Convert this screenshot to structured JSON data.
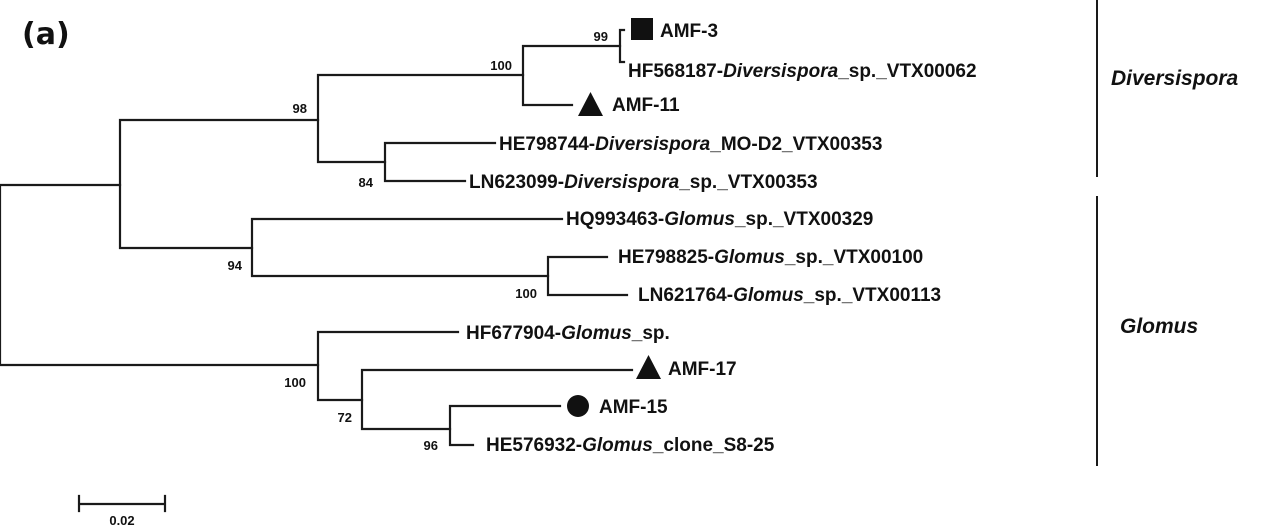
{
  "panel_label": "(a)",
  "clades": [
    "Diversispora",
    "Glomus"
  ],
  "scale_bar": "0.02",
  "taxa": [
    {
      "id": "t1",
      "parts": [
        "AMF-3"
      ],
      "marker": "square"
    },
    {
      "id": "t2",
      "parts": [
        "HF568187-",
        "Diversispora",
        "_sp._VTX00062"
      ]
    },
    {
      "id": "t3",
      "parts": [
        "AMF-11"
      ],
      "marker": "triangle"
    },
    {
      "id": "t4",
      "parts": [
        "HE798744-",
        "Diversispora",
        "_MO-D2_VTX00353"
      ]
    },
    {
      "id": "t5",
      "parts": [
        "LN623099-",
        "Diversispora",
        "_sp._VTX00353"
      ]
    },
    {
      "id": "t6",
      "parts": [
        "HQ993463-",
        "Glomus",
        "_sp._VTX00329"
      ]
    },
    {
      "id": "t7",
      "parts": [
        "HE798825-",
        "Glomus",
        "_sp._VTX00100"
      ]
    },
    {
      "id": "t8",
      "parts": [
        "LN621764-",
        "Glomus",
        "_sp._VTX00113"
      ]
    },
    {
      "id": "t9",
      "parts": [
        "HF677904-",
        "Glomus",
        "_sp."
      ]
    },
    {
      "id": "t10",
      "parts": [
        "AMF-17"
      ],
      "marker": "triangle"
    },
    {
      "id": "t11",
      "parts": [
        "AMF-15"
      ],
      "marker": "circle"
    },
    {
      "id": "t12",
      "parts": [
        "HE576932-",
        "Glomus",
        "_clone_S8-25"
      ]
    }
  ],
  "bootstrap": [
    "99",
    "100",
    "98",
    "84",
    "94",
    "100",
    "100",
    "72",
    "96"
  ]
}
